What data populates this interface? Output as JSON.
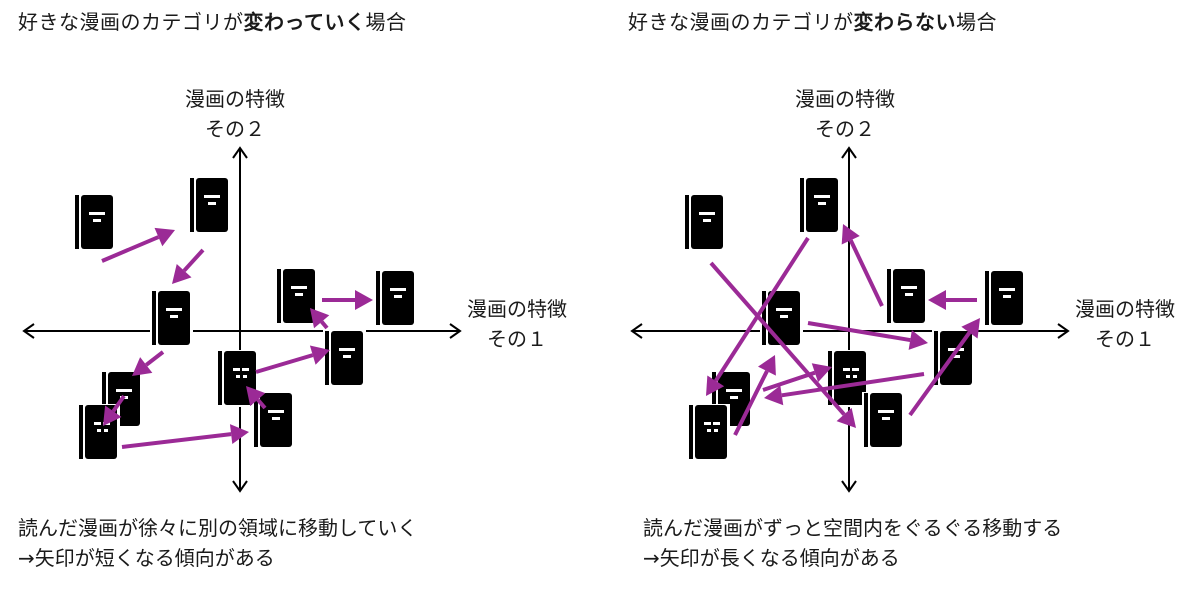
{
  "colors": {
    "arrow": "#9b2a96",
    "axis": "#000000",
    "book": "#000000"
  },
  "panels": [
    {
      "id": "left",
      "title": {
        "prefix": "好きな漫画のカテゴリが",
        "bold": "変わっていく",
        "suffix": "場合"
      },
      "y_axis_label": [
        "漫画の特徴",
        "その２"
      ],
      "x_axis_label": [
        "漫画の特徴",
        "その１"
      ],
      "caption": [
        "読んだ漫画が徐々に別の領域に移動していく",
        "→矢印が短くなる傾向がある"
      ],
      "books": [
        {
          "id": "b1",
          "icon": "book-icon"
        },
        {
          "id": "b2",
          "icon": "book-icon"
        },
        {
          "id": "b3",
          "icon": "book-icon"
        },
        {
          "id": "b4",
          "icon": "book-icon"
        },
        {
          "id": "b5",
          "icon": "book-icon"
        },
        {
          "id": "b6",
          "icon": "book-icon"
        },
        {
          "id": "b7",
          "icon": "book-icon"
        },
        {
          "id": "b8",
          "icon": "book-icon"
        },
        {
          "id": "b9",
          "icon": "book-icon"
        },
        {
          "id": "b10",
          "icon": "book-icon"
        }
      ],
      "arrows": [
        {
          "from": "b1",
          "to": "b2"
        },
        {
          "from": "b2",
          "to": "b3"
        },
        {
          "from": "b3",
          "to": "b9"
        },
        {
          "from": "b9",
          "to": "b10"
        },
        {
          "from": "b10",
          "to": "b8"
        },
        {
          "from": "b8",
          "to": "b7"
        },
        {
          "from": "b7",
          "to": "b6"
        },
        {
          "from": "b6",
          "to": "b4"
        },
        {
          "from": "b4",
          "to": "b5"
        }
      ]
    },
    {
      "id": "right",
      "title": {
        "prefix": "好きな漫画のカテゴリが",
        "bold": "変わらない",
        "suffix": "場合"
      },
      "y_axis_label": [
        "漫画の特徴",
        "その２"
      ],
      "x_axis_label": [
        "漫画の特徴",
        "その１"
      ],
      "caption": [
        "読んだ漫画がずっと空間内をぐるぐる移動する",
        "→矢印が長くなる傾向がある"
      ],
      "books": [
        {
          "id": "r1",
          "icon": "book-icon"
        },
        {
          "id": "r2",
          "icon": "book-icon"
        },
        {
          "id": "r3",
          "icon": "book-icon"
        },
        {
          "id": "r4",
          "icon": "book-icon"
        },
        {
          "id": "r5",
          "icon": "book-icon"
        },
        {
          "id": "r6",
          "icon": "book-icon"
        },
        {
          "id": "r7",
          "icon": "book-icon"
        },
        {
          "id": "r8",
          "icon": "book-icon"
        },
        {
          "id": "r9",
          "icon": "book-icon"
        },
        {
          "id": "r10",
          "icon": "book-icon"
        }
      ],
      "arrows": [
        {
          "from": "r1",
          "to": "r8"
        },
        {
          "from": "r2",
          "to": "r9"
        },
        {
          "from": "r10",
          "to": "r3"
        },
        {
          "from": "r3",
          "to": "r6"
        },
        {
          "from": "r6",
          "to": "r9b"
        },
        {
          "from": "r9",
          "to": "r7"
        },
        {
          "from": "r8",
          "to": "r5"
        },
        {
          "from": "r5",
          "to": "r4"
        },
        {
          "from": "r4",
          "to": "r2"
        }
      ]
    }
  ]
}
